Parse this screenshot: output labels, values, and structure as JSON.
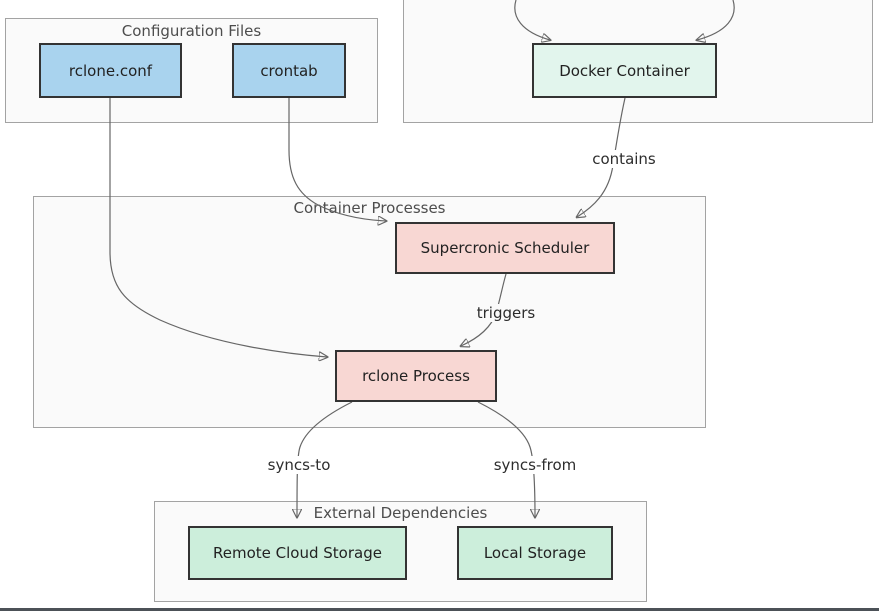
{
  "diagram": {
    "groups": {
      "config_files": {
        "label": "Configuration Files"
      },
      "container_processes": {
        "label": "Container Processes"
      },
      "external_deps": {
        "label": "External Dependencies"
      }
    },
    "nodes": {
      "rclone_conf": {
        "label": "rclone.conf"
      },
      "crontab": {
        "label": "crontab"
      },
      "docker_container": {
        "label": "Docker Container"
      },
      "supercronic": {
        "label": "Supercronic Scheduler"
      },
      "rclone_process": {
        "label": "rclone Process"
      },
      "remote_cloud": {
        "label": "Remote Cloud Storage"
      },
      "local_storage": {
        "label": "Local Storage"
      }
    },
    "edges": {
      "contains": {
        "label": "contains"
      },
      "triggers": {
        "label": "triggers"
      },
      "syncs_to": {
        "label": "syncs-to"
      },
      "syncs_from": {
        "label": "syncs-from"
      }
    },
    "colors": {
      "config_node_fill": "#a9d3ee",
      "process_node_fill": "#f8d7d3",
      "container_node_fill": "#e2f5ed",
      "storage_node_fill": "#cceedb",
      "node_border": "#333333",
      "group_fill": "#fafafa",
      "group_border": "#a3a3a3",
      "edge_stroke": "#666666",
      "arrowhead_fill": "#4a4a4a",
      "group_label_text": "#4d4d4d",
      "node_text": "#222222",
      "bottom_bar": "#4c5157"
    }
  }
}
